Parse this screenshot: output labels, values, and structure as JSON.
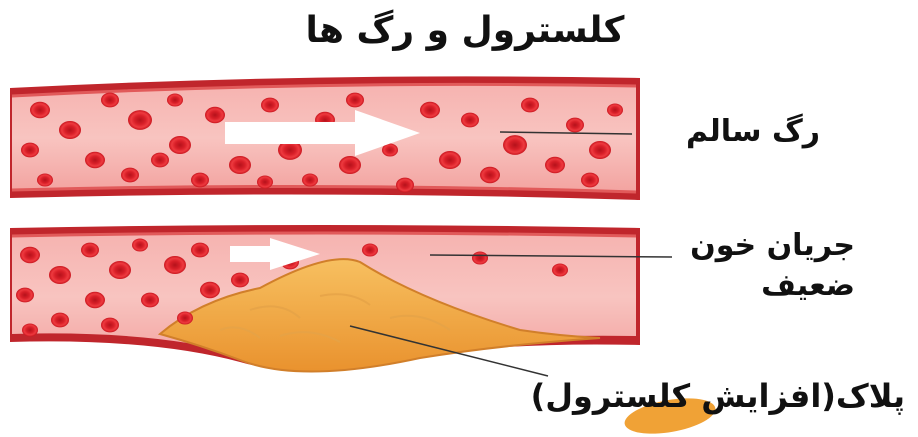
{
  "title": "کلسترول و رگ ها",
  "labels": {
    "healthy_vessel": "رگ سالم",
    "weak_flow_line1": "جریان خون",
    "weak_flow_line2": "ضعیف",
    "plaque": "پلاک(افزایش کلسترول)"
  },
  "colors": {
    "vessel_wall": "#c0262c",
    "vessel_inner": "#f3a5a2",
    "blood_cell": "#e8242c",
    "plaque_fill": "#f2a441",
    "arrow": "#ffffff"
  }
}
